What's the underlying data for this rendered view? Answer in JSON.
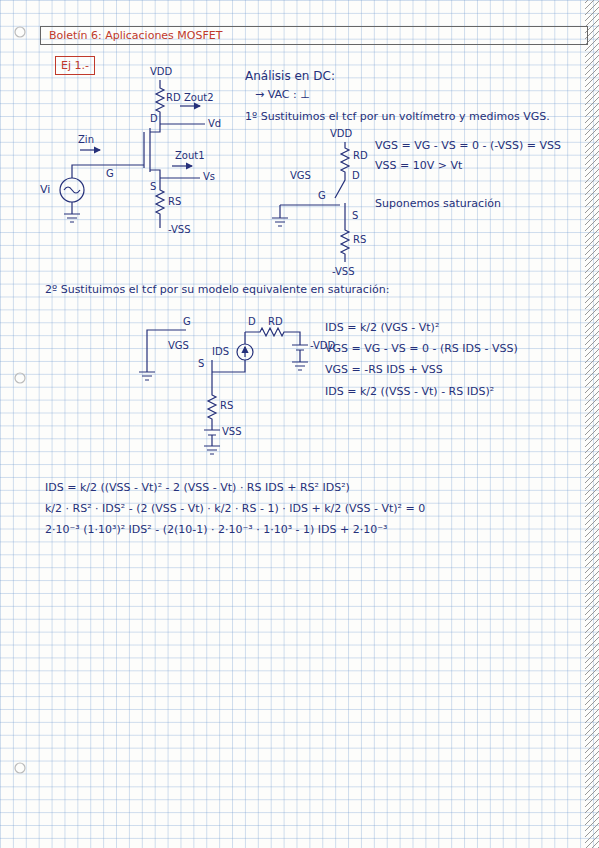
{
  "diagram": {
    "nodes": [
      {
        "text": [
          "Boletín 6: Aplicaciones MOSFET"
        ]
      },
      {
        "text": [
          "Ej 1.-"
        ]
      }
    ],
    "labels": [
      "VDD",
      "RD",
      "Zout2",
      "D",
      "Vd",
      "Zin",
      "Zout1",
      "Vi",
      "G",
      "S",
      "Vs",
      "RS",
      "-VSS",
      "Análisis en DC:",
      "→ VAC : ⊥",
      "1º Sustituimos el tcf por un voltímetro y medimos VGS.",
      "VDD",
      "RD",
      "D",
      "VGS",
      "G",
      "S",
      "RS",
      "-VSS",
      "VGS = VG - VS = 0 - (-VSS) = VSS",
      "VSS = 10V > Vt",
      "Suponemos saturación",
      "2º Sustituimos el tcf por su modelo equivalente en saturación:",
      "G",
      "VGS",
      "D",
      "RD",
      "IDS",
      "-VDD",
      "S",
      "RS",
      "VSS",
      "IDS = k/2 (VGS - Vt)²",
      "VGS = VG - VS = 0 - (RS IDS - VSS)",
      "VGS = -RS IDS + VSS",
      "IDS = k/2 ((VSS - Vt) - RS IDS)²",
      "IDS = k/2 ((VSS - Vt)² - 2 (VSS - Vt) · RS IDS + RS² IDS²)",
      "k/2 · RS² · IDS² - (2 (VSS - Vt) · k/2 · RS - 1) · IDS + k/2 (VSS - Vt)² = 0",
      "2·10⁻³ (1·10³)² IDS² - (2(10-1) · 2·10⁻³ · 1·10³ - 1) IDS + 2·10⁻³"
    ]
  }
}
